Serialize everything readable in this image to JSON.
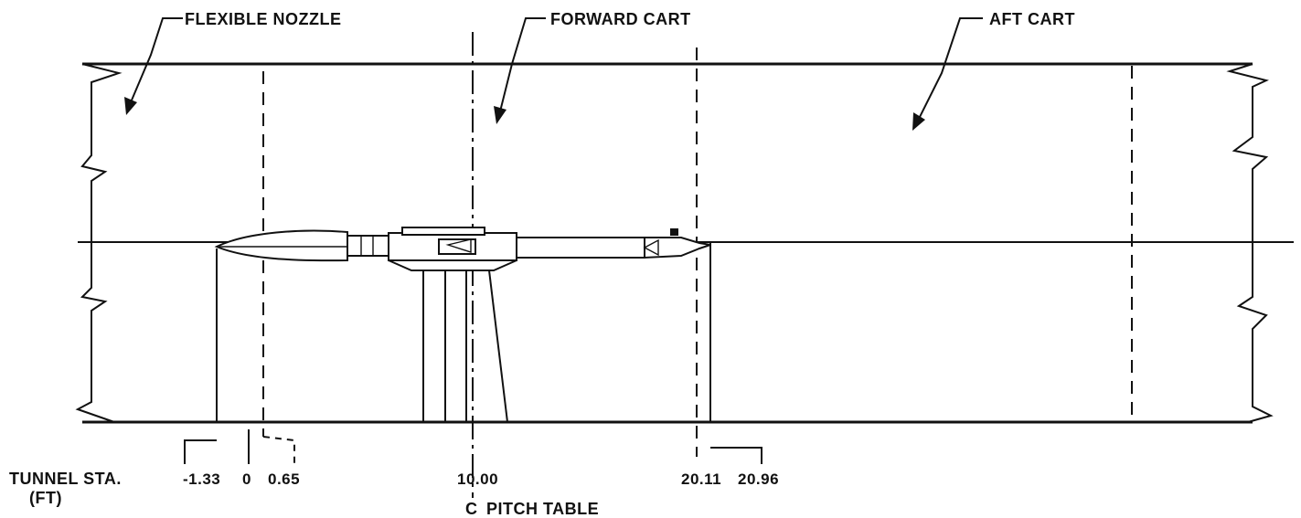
{
  "labels": {
    "flexible_nozzle": "FLEXIBLE NOZZLE",
    "forward_cart": "FORWARD CART",
    "aft_cart": "AFT CART",
    "tunnel_sta_line1": "TUNNEL STA.",
    "tunnel_sta_line2": "(FT)",
    "pitch_table": "PITCH TABLE",
    "centerline_symbol": "C"
  },
  "stations": [
    {
      "value": "-1.33"
    },
    {
      "value": "0"
    },
    {
      "value": "0.65"
    },
    {
      "value": "10.00"
    },
    {
      "value": "20.11"
    },
    {
      "value": "20.96"
    }
  ],
  "colors": {
    "ink": "#111111",
    "paper": "#ffffff"
  }
}
